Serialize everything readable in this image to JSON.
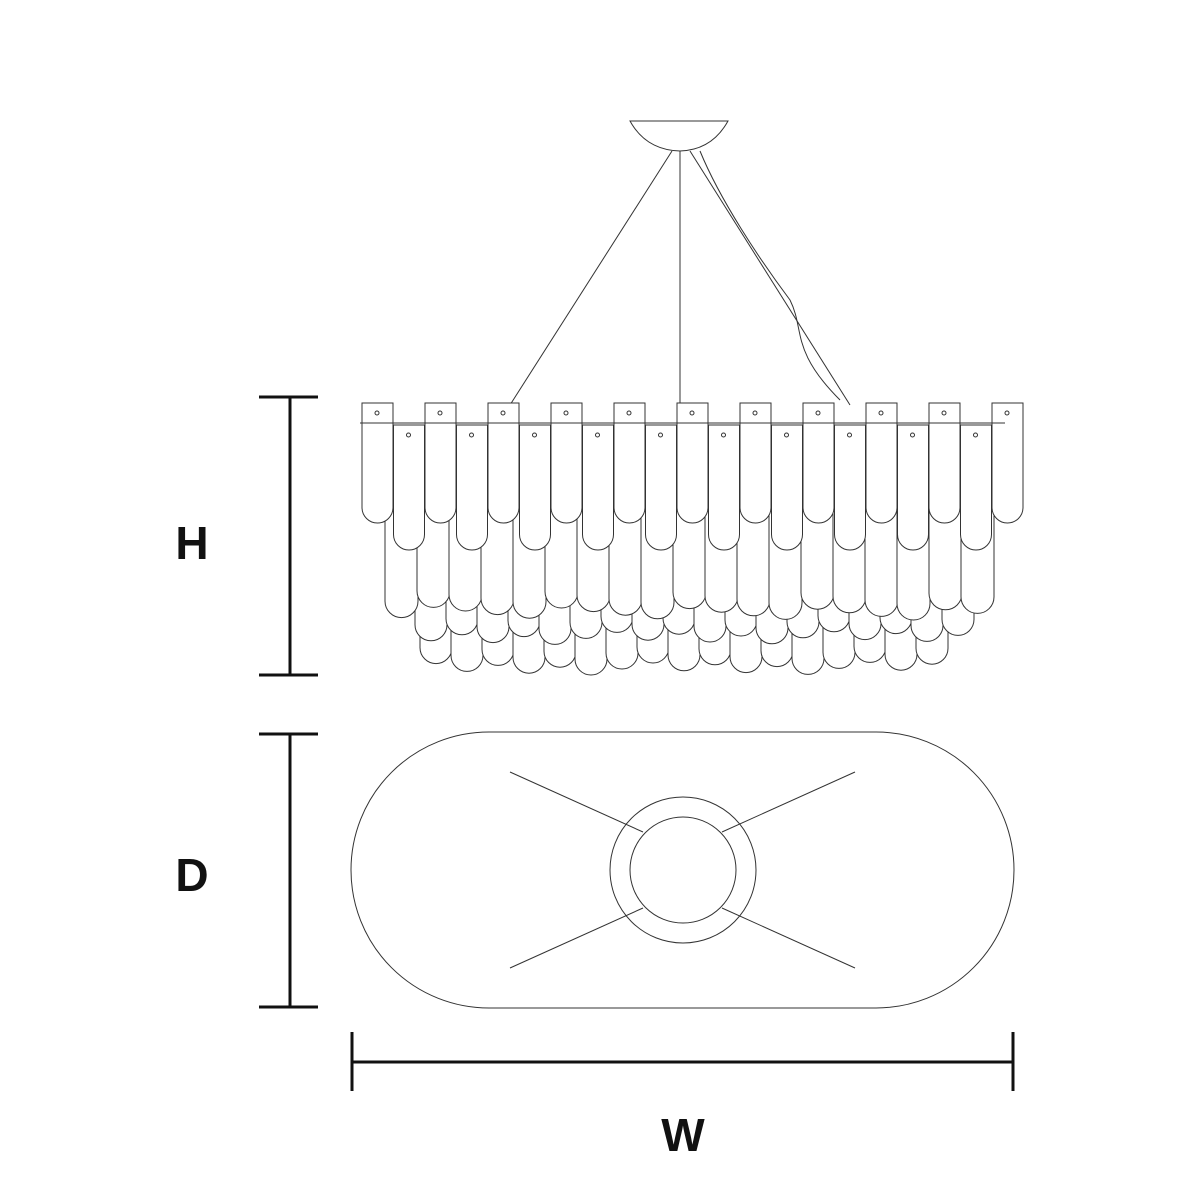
{
  "labels": {
    "height": "H",
    "depth": "D",
    "width": "W"
  },
  "colors": {
    "line": "#333333",
    "dimension": "#111111",
    "background": "#ffffff"
  }
}
